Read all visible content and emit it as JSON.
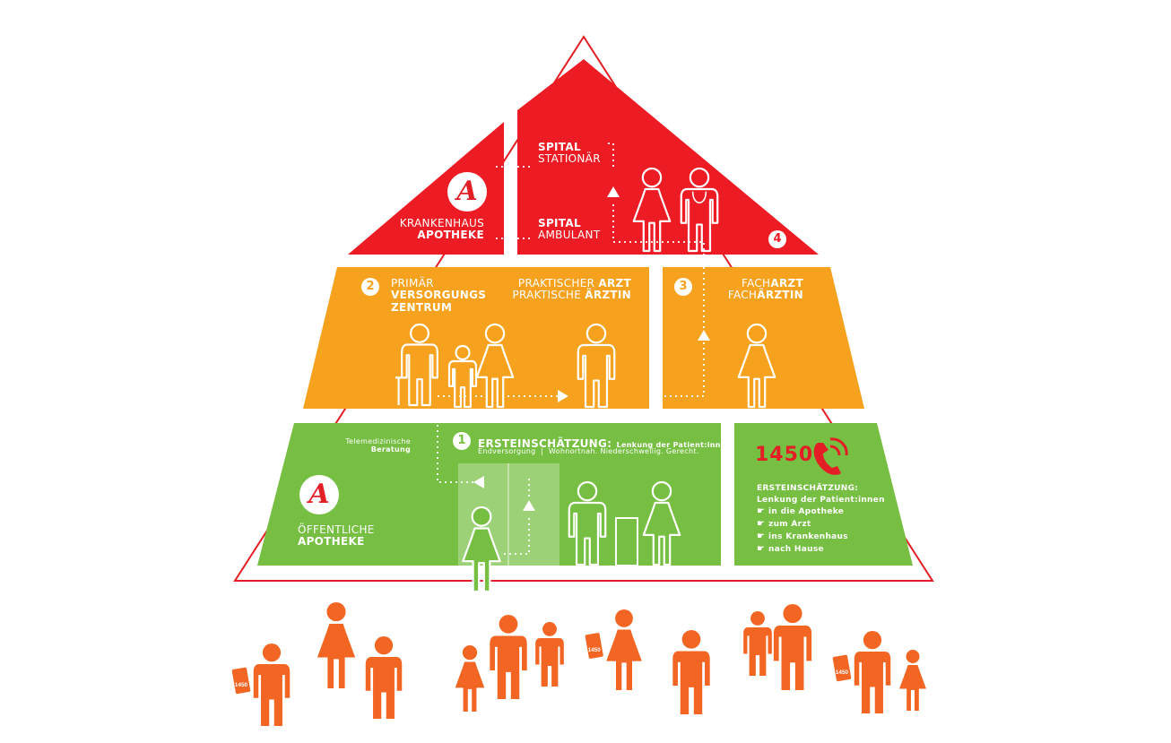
{
  "colors": {
    "red": "#ed1c24",
    "orange": "#f7a21e",
    "green": "#76bf43",
    "people": "#f26522",
    "outline": "#e31e24",
    "white": "#ffffff"
  },
  "logo_letter": "A",
  "level4": {
    "badge": "4",
    "krankenhaus_line1": "KRANKENHAUS",
    "krankenhaus_line2": "APOTHEKE",
    "spital1_bold": "SPITAL",
    "spital1_normal": "STATIONÄR",
    "spital2_bold": "SPITAL",
    "spital2_normal": "AMBULANT"
  },
  "level2": {
    "badge": "2",
    "line1": "PRIMÄR",
    "line2": "VERSORGUNGS",
    "line3": "ZENTRUM",
    "arzt_line1_normal": "PRAKTISCHER ",
    "arzt_line1_bold": "ARZT",
    "arzt_line2_normal": "PRAKTISCHE ",
    "arzt_line2_bold": "ÄRZTIN"
  },
  "level3": {
    "badge": "3",
    "line1_normal": "FACH",
    "line1_bold": "ARZT",
    "line2_normal": "FACH",
    "line2_bold": "ÄRZTIN"
  },
  "level1": {
    "badge": "1",
    "tele_line1": "Telemedizinische",
    "tele_line2": "Beratung",
    "title_bold": "ERSTEINSCHÄTZUNG:",
    "title_rest": "Lenkung der Patient:innen",
    "subtitle": "Endversorgung  |  Wohnortnah. Niederschwellig. Gerecht.",
    "apotheke_line1": "ÖFFENTLICHE",
    "apotheke_line2": "APOTHEKE"
  },
  "hotline": {
    "number": "1450",
    "title": "ERSTEINSCHÄTZUNG:",
    "subtitle": "Lenkung der Patient:innen",
    "items": [
      "in die Apotheke",
      "zum Arzt",
      "ins Krankenhaus",
      "nach Hause"
    ],
    "phone_label": "1450"
  }
}
